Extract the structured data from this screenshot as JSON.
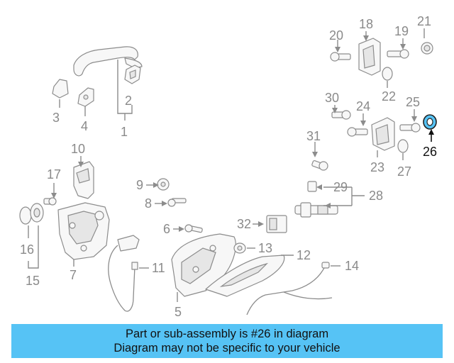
{
  "diagram": {
    "highlight_color": "#56c3f5",
    "callouts": {
      "c1": "1",
      "c2": "2",
      "c3": "3",
      "c4": "4",
      "c5": "5",
      "c6": "6",
      "c7": "7",
      "c8": "8",
      "c9": "9",
      "c10": "10",
      "c11": "11",
      "c12": "12",
      "c13": "13",
      "c14": "14",
      "c15": "15",
      "c16": "16",
      "c17": "17",
      "c18": "18",
      "c19": "19",
      "c20": "20",
      "c21": "21",
      "c22": "22",
      "c23": "23",
      "c24": "24",
      "c25": "25",
      "c26": "26",
      "c27": "27",
      "c28": "28",
      "c29": "29",
      "c30": "30",
      "c31": "31",
      "c32": "32"
    },
    "highlighted_part": "26"
  },
  "banner": {
    "line1": "Part or sub-assembly is #26 in diagram",
    "line2": "Diagram may not be specific to your vehicle",
    "background": "#56c3f5"
  }
}
